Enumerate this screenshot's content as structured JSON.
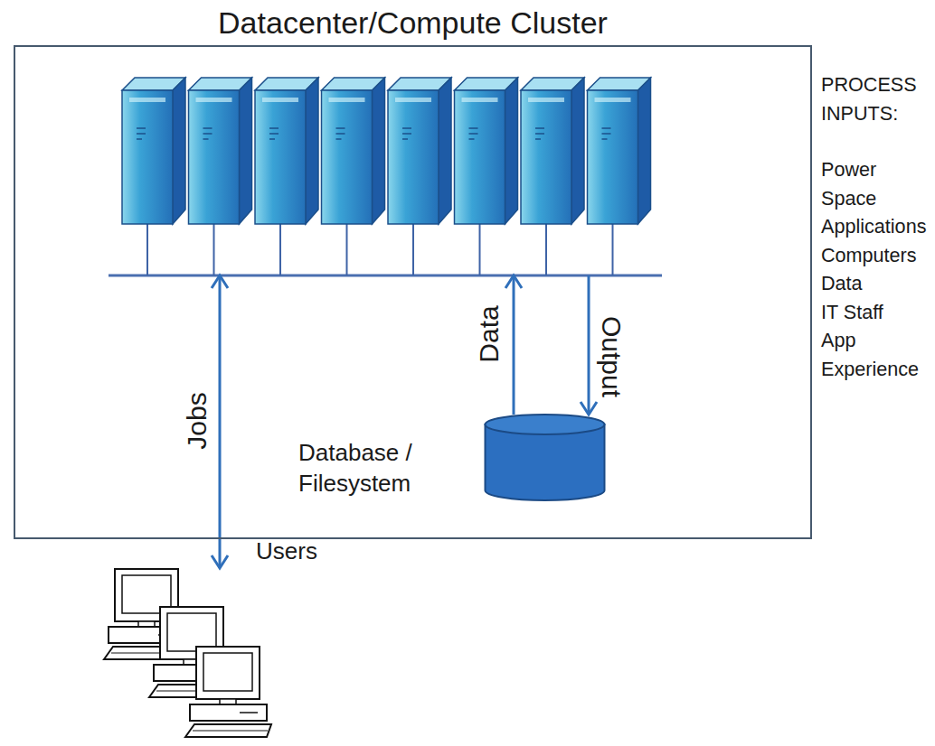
{
  "diagram": {
    "nodes": [
      {
        "text": [
          "Datacenter/Compute Cluster"
        ]
      },
      {
        "text": [
          "Database / Filesystem"
        ],
        "in": 0
      },
      {
        "text": [
          "Users"
        ]
      }
    ],
    "edges": [
      {
        "from": 2,
        "to": 0,
        "arrow": "both",
        "label": "Jobs"
      },
      {
        "from": 1,
        "to": 0,
        "arrow": "to",
        "label": "Data"
      },
      {
        "from": 0,
        "to": 1,
        "arrow": "to",
        "label": "Output"
      }
    ],
    "labels": [
      "PROCESS INPUTS:",
      "Power",
      "Space",
      "Applications",
      "Computers",
      "Data",
      "IT Staff",
      "App Experience"
    ]
  }
}
